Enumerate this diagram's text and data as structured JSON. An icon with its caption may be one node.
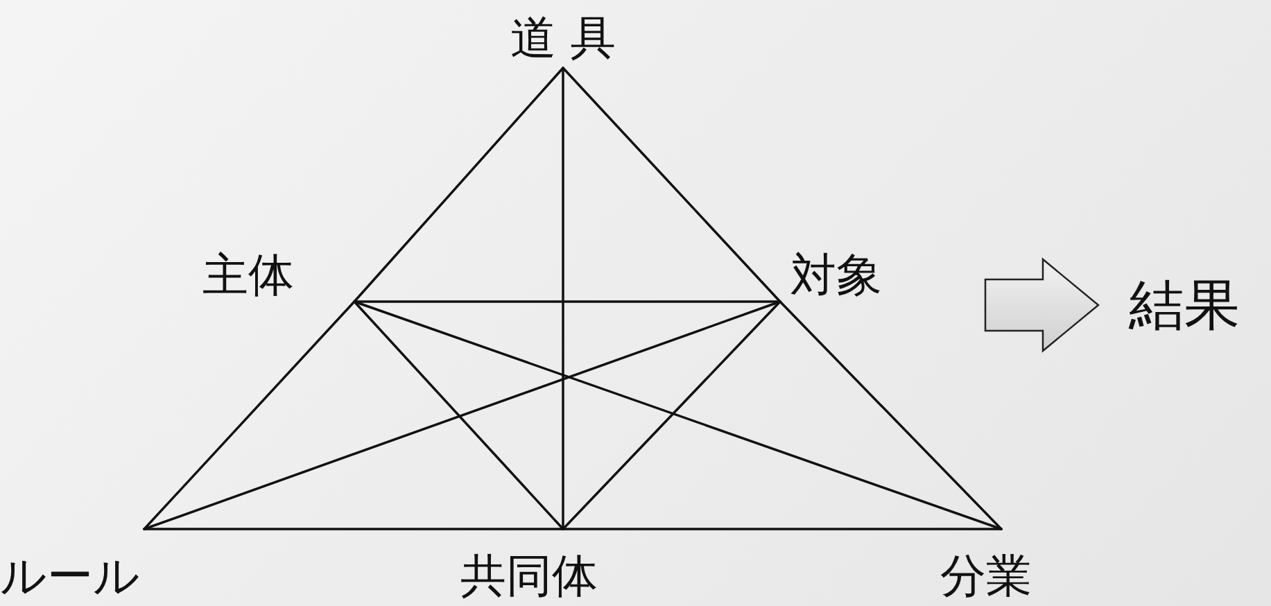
{
  "diagram": {
    "nodes": [
      {
        "text": [
          "道 具"
        ]
      },
      {
        "text": [
          "主体"
        ]
      },
      {
        "text": [
          "対象"
        ]
      },
      {
        "text": [
          "ルール"
        ]
      },
      {
        "text": [
          "共同体"
        ]
      },
      {
        "text": [
          "分業"
        ]
      },
      {
        "text": [
          "結果"
        ]
      }
    ],
    "edges": [
      {
        "from": 0,
        "to": 1,
        "arrow": "none"
      },
      {
        "from": 1,
        "to": 3,
        "arrow": "none"
      },
      {
        "from": 0,
        "to": 2,
        "arrow": "none"
      },
      {
        "from": 2,
        "to": 5,
        "arrow": "none"
      },
      {
        "from": 3,
        "to": 4,
        "arrow": "none"
      },
      {
        "from": 4,
        "to": 5,
        "arrow": "none"
      },
      {
        "from": 0,
        "to": 4,
        "arrow": "none"
      },
      {
        "from": 1,
        "to": 2,
        "arrow": "none"
      },
      {
        "from": 1,
        "to": 4,
        "arrow": "none"
      },
      {
        "from": 1,
        "to": 5,
        "arrow": "none"
      },
      {
        "from": 2,
        "to": 4,
        "arrow": "none"
      },
      {
        "from": 2,
        "to": 3,
        "arrow": "none"
      },
      {
        "from": null,
        "to": 6,
        "arrow": "to",
        "style": "thick"
      }
    ]
  }
}
